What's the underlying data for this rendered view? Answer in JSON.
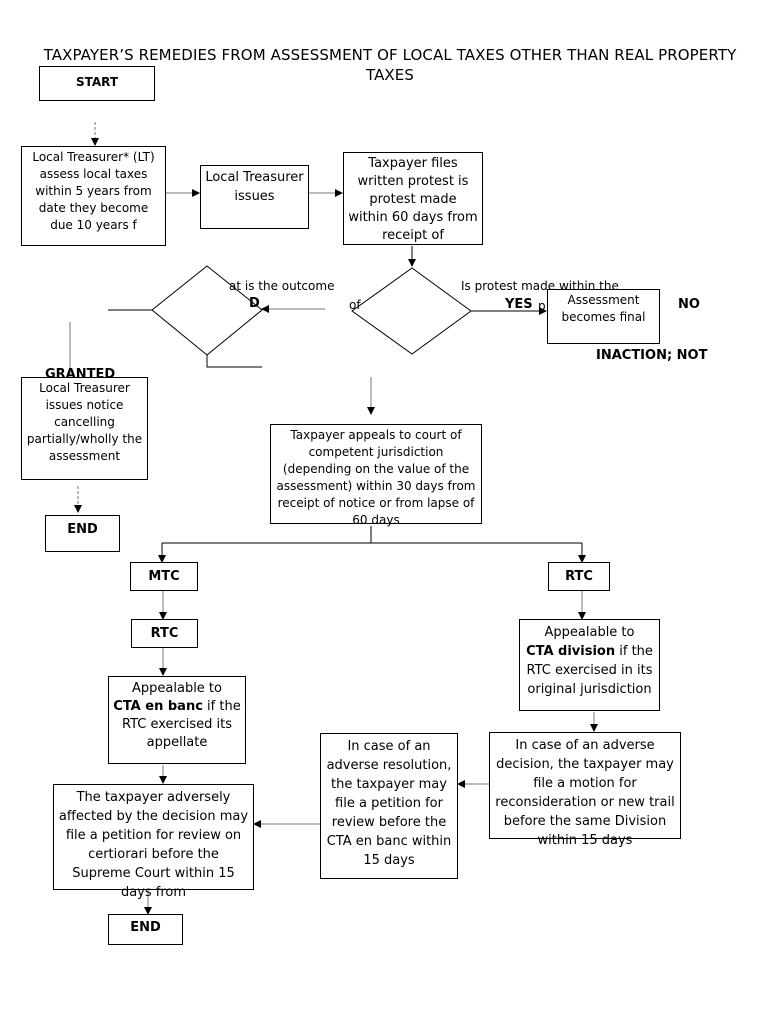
{
  "title": "TAXPAYER’S REMEDIES FROM ASSESSMENT OF LOCAL TAXES OTHER THAN REAL PROPERTY TAXES",
  "nodes": {
    "start": "START",
    "lt_assess": "Local Treasurer* (LT) assess local taxes within 5 years from date they become due 10 years f",
    "lt_issues": "Local Treasurer issues",
    "protest": "Taxpayer files written protest is protest made within 60 days from receipt of",
    "decision_outcome": "at is the outcome",
    "decision_within": "Is protest made within the",
    "final": "Assessment becomes final",
    "lt_cancel": "Local Treasurer issues notice cancelling partially/wholly the assessment",
    "end_top": "END",
    "appeal": "Taxpayer appeals to court of competent jurisdiction (depending on the value of the assessment) within 30 days from receipt of notice or from lapse of 60 days",
    "mtc": "MTC",
    "rtc_left": "RTC",
    "rtc_right": "RTC",
    "cta_en_banc": {
      "pre": "Appealable to",
      "bold": "CTA en banc",
      "post": "if the RTC exercised its appellate"
    },
    "cta_division": {
      "pre": "Appealable to",
      "bold": "CTA division",
      "post": "if the RTC exercised in its original jurisdiction"
    },
    "adverse_mr": "In case of an adverse decision, the taxpayer may file a motion for reconsideration or new trail before the same Division within 15 days",
    "adverse_res": "In case of an adverse resolution, the taxpayer may file a petition for review before the CTA en banc within 15 days",
    "certiorari": "The taxpayer adversely affected by the decision may file a petition for review on certiorari before the Supreme Court within 15 days from",
    "end_bottom": "END"
  },
  "labels": {
    "granted": "GRANTED",
    "yes": "YES",
    "no": "NO",
    "inaction": "INACTION; NOT",
    "d_fragment": "D",
    "of_fragment": "of",
    "p_fragment": "p"
  }
}
